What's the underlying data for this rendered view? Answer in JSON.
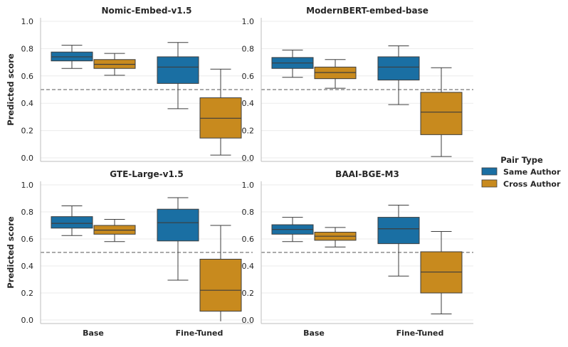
{
  "chart_data": {
    "type": "box",
    "categories": [
      "Base",
      "Fine-Tuned"
    ],
    "ylabel": "Predicted score",
    "ylim": [
      0.0,
      1.0
    ],
    "yticks": [
      "0.0",
      "0.2",
      "0.4",
      "0.6",
      "0.8",
      "1.0"
    ],
    "reference_line": 0.5,
    "grid": "horizontal",
    "legend": {
      "title": "Pair Type",
      "placement": "right-center",
      "entries": [
        {
          "name": "Same Author",
          "color": "#1a6fa3"
        },
        {
          "name": "Cross Author",
          "color": "#c88a1e"
        }
      ]
    },
    "panels": [
      {
        "title": "Nomic-Embed-v1.5",
        "series": [
          {
            "name": "Same Author",
            "boxes": [
              {
                "category": "Base",
                "whisker_low": 0.655,
                "q1": 0.71,
                "median": 0.74,
                "q3": 0.775,
                "whisker_high": 0.825
              },
              {
                "category": "Fine-Tuned",
                "whisker_low": 0.36,
                "q1": 0.545,
                "median": 0.665,
                "q3": 0.74,
                "whisker_high": 0.845
              }
            ]
          },
          {
            "name": "Cross Author",
            "boxes": [
              {
                "category": "Base",
                "whisker_low": 0.605,
                "q1": 0.655,
                "median": 0.685,
                "q3": 0.72,
                "whisker_high": 0.765
              },
              {
                "category": "Fine-Tuned",
                "whisker_low": 0.02,
                "q1": 0.145,
                "median": 0.29,
                "q3": 0.44,
                "whisker_high": 0.65
              }
            ]
          }
        ]
      },
      {
        "title": "ModernBERT-embed-base",
        "series": [
          {
            "name": "Same Author",
            "boxes": [
              {
                "category": "Base",
                "whisker_low": 0.59,
                "q1": 0.655,
                "median": 0.695,
                "q3": 0.735,
                "whisker_high": 0.79
              },
              {
                "category": "Fine-Tuned",
                "whisker_low": 0.39,
                "q1": 0.57,
                "median": 0.665,
                "q3": 0.74,
                "whisker_high": 0.82
              }
            ]
          },
          {
            "name": "Cross Author",
            "boxes": [
              {
                "category": "Base",
                "whisker_low": 0.51,
                "q1": 0.58,
                "median": 0.625,
                "q3": 0.665,
                "whisker_high": 0.72
              },
              {
                "category": "Fine-Tuned",
                "whisker_low": 0.01,
                "q1": 0.17,
                "median": 0.335,
                "q3": 0.48,
                "whisker_high": 0.66
              }
            ]
          }
        ]
      },
      {
        "title": "GTE-Large-v1.5",
        "series": [
          {
            "name": "Same Author",
            "boxes": [
              {
                "category": "Base",
                "whisker_low": 0.625,
                "q1": 0.68,
                "median": 0.715,
                "q3": 0.765,
                "whisker_high": 0.845
              },
              {
                "category": "Fine-Tuned",
                "whisker_low": 0.295,
                "q1": 0.585,
                "median": 0.72,
                "q3": 0.82,
                "whisker_high": 0.905
              }
            ]
          },
          {
            "name": "Cross Author",
            "boxes": [
              {
                "category": "Base",
                "whisker_low": 0.58,
                "q1": 0.635,
                "median": 0.665,
                "q3": 0.7,
                "whisker_high": 0.745
              },
              {
                "category": "Fine-Tuned",
                "whisker_low": -0.01,
                "q1": 0.065,
                "median": 0.22,
                "q3": 0.45,
                "whisker_high": 0.7
              }
            ]
          }
        ]
      },
      {
        "title": "BAAI-BGE-M3",
        "series": [
          {
            "name": "Same Author",
            "boxes": [
              {
                "category": "Base",
                "whisker_low": 0.58,
                "q1": 0.635,
                "median": 0.67,
                "q3": 0.705,
                "whisker_high": 0.76
              },
              {
                "category": "Fine-Tuned",
                "whisker_low": 0.325,
                "q1": 0.565,
                "median": 0.675,
                "q3": 0.76,
                "whisker_high": 0.85
              }
            ]
          },
          {
            "name": "Cross Author",
            "boxes": [
              {
                "category": "Base",
                "whisker_low": 0.54,
                "q1": 0.59,
                "median": 0.62,
                "q3": 0.65,
                "whisker_high": 0.685
              },
              {
                "category": "Fine-Tuned",
                "whisker_low": 0.045,
                "q1": 0.2,
                "median": 0.355,
                "q3": 0.505,
                "whisker_high": 0.655
              }
            ]
          }
        ]
      }
    ]
  }
}
